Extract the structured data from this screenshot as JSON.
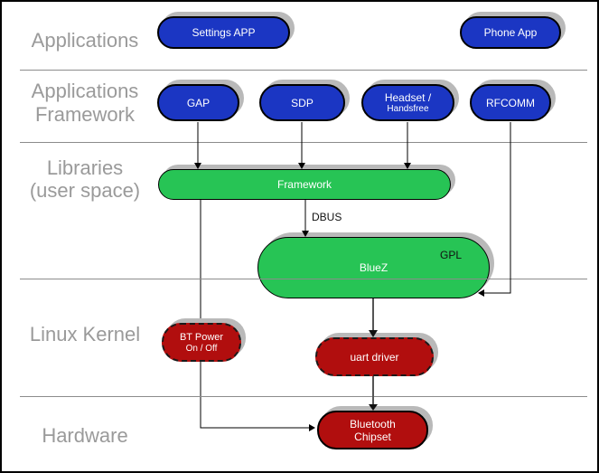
{
  "colors": {
    "node_blue": "#1b36c3",
    "node_green": "#27c455",
    "node_red": "#b10e0e",
    "layer_label": "#9a9a9a",
    "shadow": "#b9b9b9",
    "divider": "#8c8c8c"
  },
  "layers": {
    "applications": "Applications",
    "applications_framework": "Applications\nFramework",
    "libraries": "Libraries\n(user space)",
    "linux_kernel": "Linux Kernel",
    "hardware": "Hardware"
  },
  "nodes": {
    "settings_app": {
      "label": "Settings APP"
    },
    "phone_app": {
      "label": "Phone App"
    },
    "gap": {
      "label": "GAP"
    },
    "sdp": {
      "label": "SDP"
    },
    "headset": {
      "label": "Headset /",
      "sublabel": "Handsfree"
    },
    "rfcomm": {
      "label": "RFCOMM"
    },
    "framework": {
      "label": "Framework"
    },
    "bluez": {
      "label": "BlueZ",
      "badge": "GPL"
    },
    "bt_power": {
      "label": "BT Power",
      "sublabel": "On / Off"
    },
    "uart_driver": {
      "label": "uart driver"
    },
    "bluetooth_chipset": {
      "label": "Bluetooth\nChipset"
    }
  },
  "annotations": {
    "dbus": "DBUS"
  }
}
